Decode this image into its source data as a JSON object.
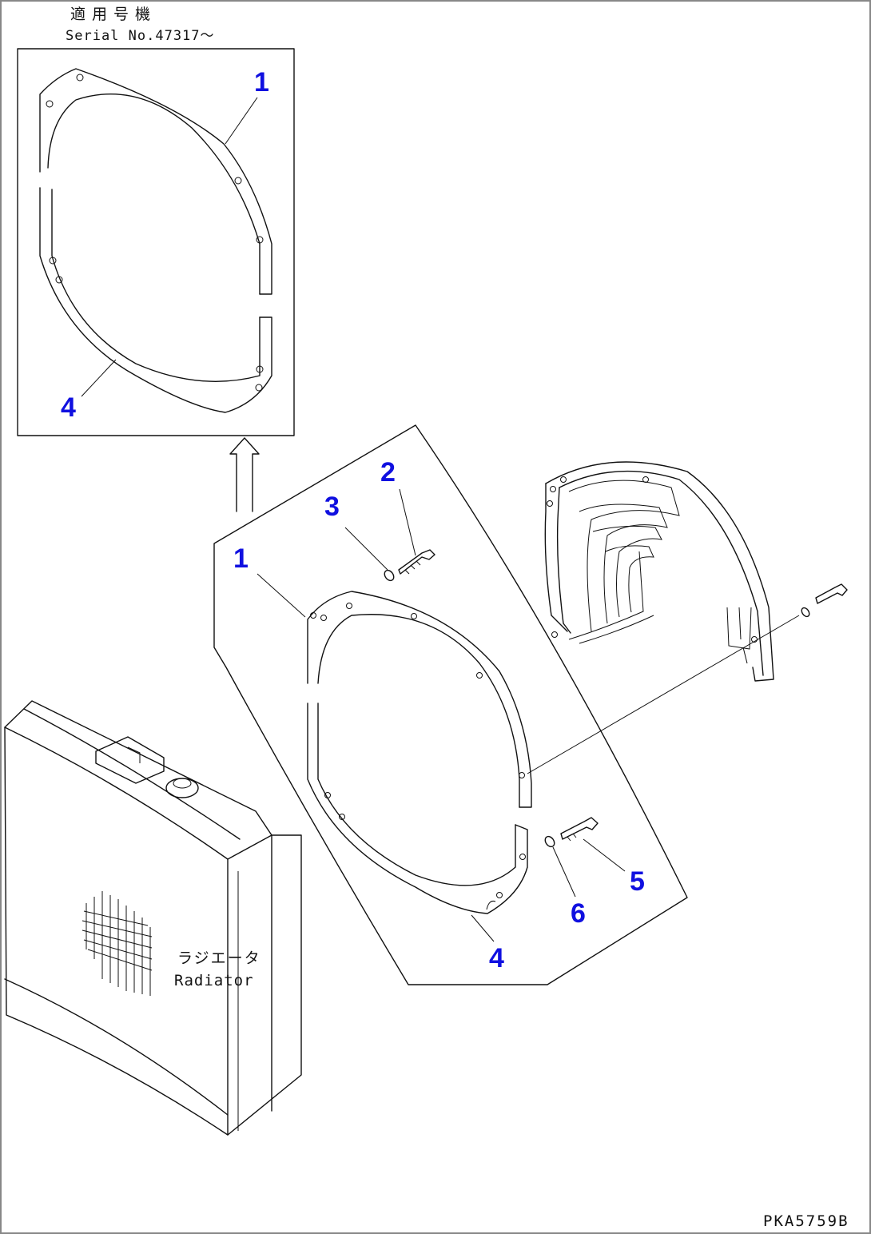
{
  "header": {
    "applicable_label": "適用号機",
    "serial_text": "Serial No.47317～"
  },
  "component_labels": {
    "radiator_jp": "ラジエータ",
    "radiator_en": "Radiator"
  },
  "callouts": {
    "inset_1": "1",
    "inset_4": "4",
    "main_1": "1",
    "main_2": "2",
    "main_3": "3",
    "main_4": "4",
    "main_5": "5",
    "main_6": "6"
  },
  "footer": {
    "figure_code": "PKA5759B"
  },
  "colors": {
    "callout": "#1010e0",
    "line": "#111111",
    "frame": "#888888"
  }
}
